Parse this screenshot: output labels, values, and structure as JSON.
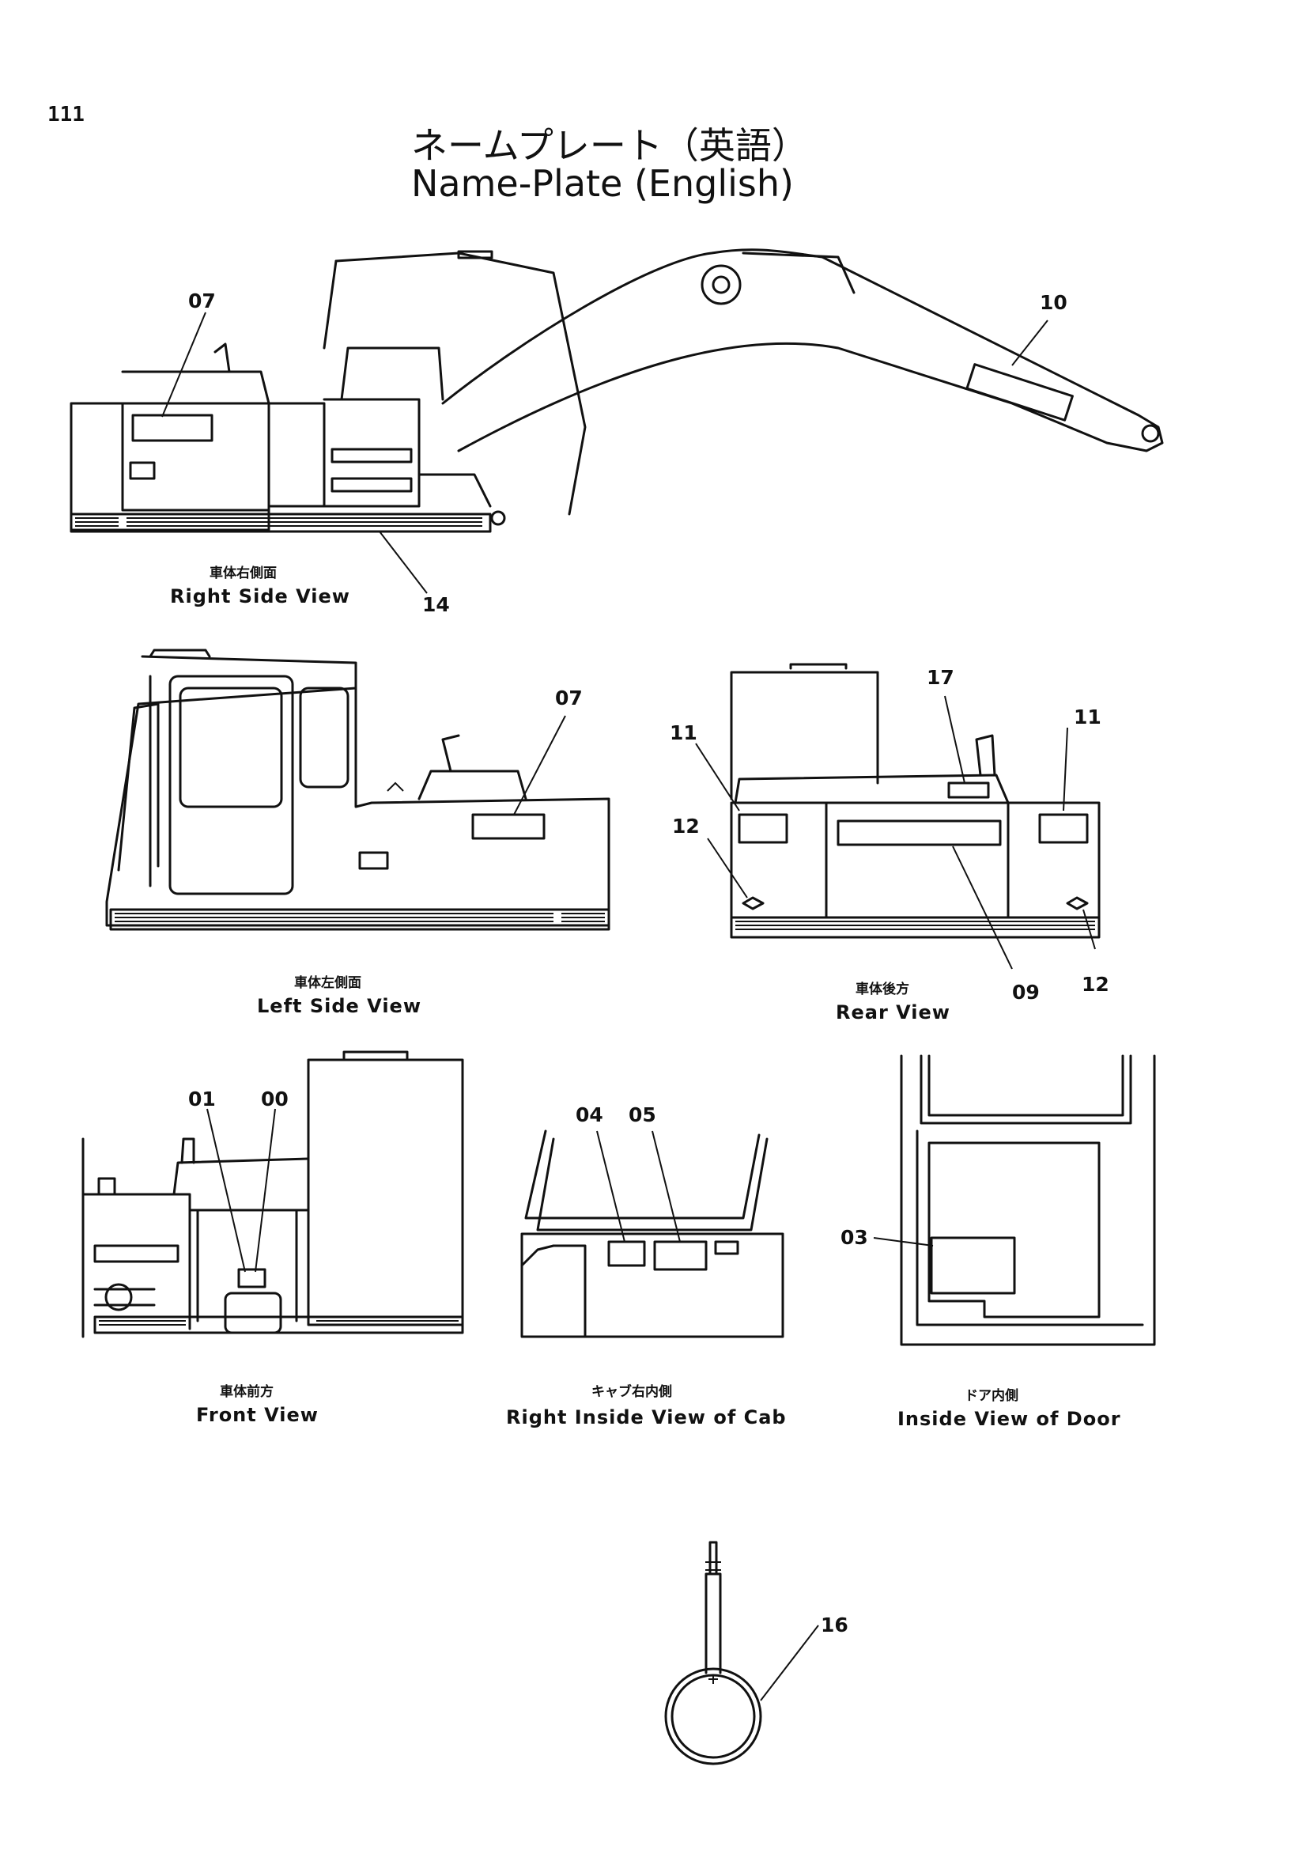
{
  "page_number": "111",
  "title_jp": "ネームプレート（英語）",
  "title_en": "Name-Plate (English)",
  "views": {
    "right_side": {
      "label_jp": "車体右側面",
      "label_en": "Right Side View"
    },
    "left_side": {
      "label_jp": "車体左側面",
      "label_en": "Left Side View"
    },
    "rear": {
      "label_jp": "車体後方",
      "label_en": "Rear View"
    },
    "front": {
      "label_jp": "車体前方",
      "label_en": "Front View"
    },
    "cab_inside": {
      "label_jp": "キャブ右内側",
      "label_en": "Right  Inside View of Cab"
    },
    "door_inside": {
      "label_jp": "ドア内側",
      "label_en": "Inside View of Door"
    }
  },
  "callouts": {
    "rs_07": "07",
    "rs_10": "10",
    "rs_14": "14",
    "ls_07": "07",
    "rv_17": "17",
    "rv_11_left": "11",
    "rv_11_right": "11",
    "rv_12_left": "12",
    "rv_09": "09",
    "rv_12_right": "12",
    "fv_01": "01",
    "fv_00": "00",
    "cv_04": "04",
    "cv_05": "05",
    "dv_03": "03",
    "tool_16": "16"
  }
}
